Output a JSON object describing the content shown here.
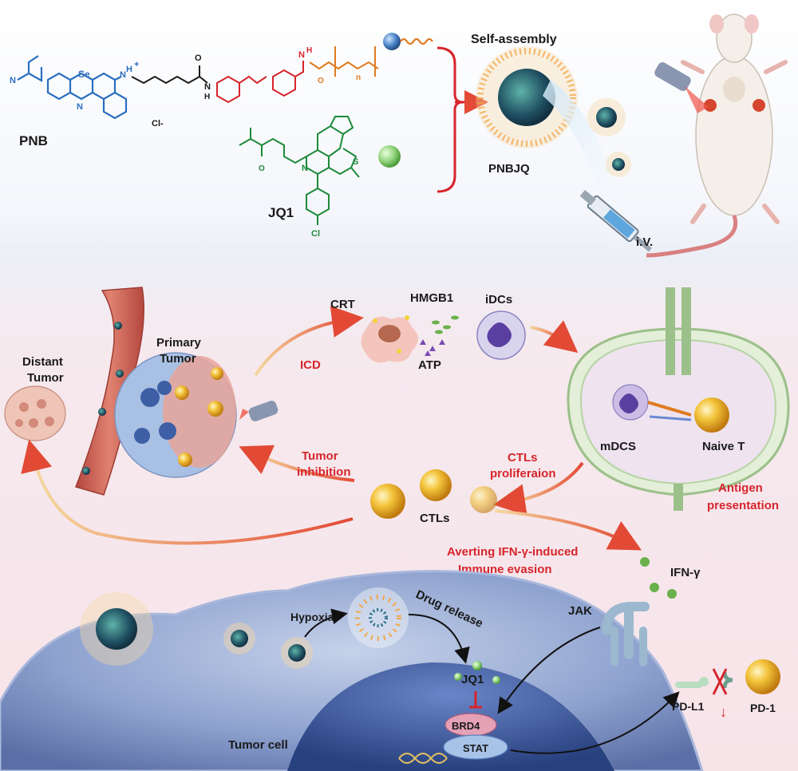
{
  "colors": {
    "accent_red": "#d6252b",
    "pnb_blue": "#2a6fc0",
    "jq1_green": "#1e8a3a",
    "linker_orange": "#e07a1f",
    "azo_red": "#d6252b",
    "cell_blue": "#5a78b8",
    "tumor_pink": "#e8a49a"
  },
  "chem": {
    "pnb_label": "PNB",
    "jq1_label": "JQ1",
    "se_atom": "Se",
    "n_atom": "N",
    "nh_plus": "H",
    "plus": "+",
    "cl_minus": "Cl-",
    "n_subscript": "n",
    "o_atom": "O",
    "h_atom": "H",
    "s_atom": "S",
    "cl_atom": "Cl"
  },
  "top": {
    "self_assembly": "Self-assembly",
    "pnbjq": "PNBJQ",
    "iv": "i.V."
  },
  "middle": {
    "distant_tumor_1": "Distant",
    "distant_tumor_2": "Tumor",
    "primary_tumor_1": "Primary",
    "primary_tumor_2": "Tumor",
    "crt": "CRT",
    "hmgb1": "HMGB1",
    "atp": "ATP",
    "idcs": "iDCs",
    "icd": "ICD",
    "mdcs": "mDCS",
    "naive_t": "Naive T",
    "antigen_1": "Antigen",
    "antigen_2": "presentation",
    "tumor_inhibition_1": "Tumor",
    "tumor_inhibition_2": "inhibition",
    "ctls_prolif_1": "CTLs",
    "ctls_prolif_2": "proliferaion",
    "ctls": "CTLs"
  },
  "bottom": {
    "averting_1": "Averting IFN-γ-induced",
    "averting_2": "Immune evasion",
    "ifn_gamma": "IFN-γ",
    "jak": "JAK",
    "hypoxia": "Hypoxia",
    "drug_release": "Drug release",
    "jq1": "JQ1",
    "brd4": "BRD4",
    "stat": "STAT",
    "tumor_cell": "Tumor cell",
    "pd_l1": "PD-L1",
    "pd_1": "PD-1",
    "down_arrow": "↓"
  }
}
